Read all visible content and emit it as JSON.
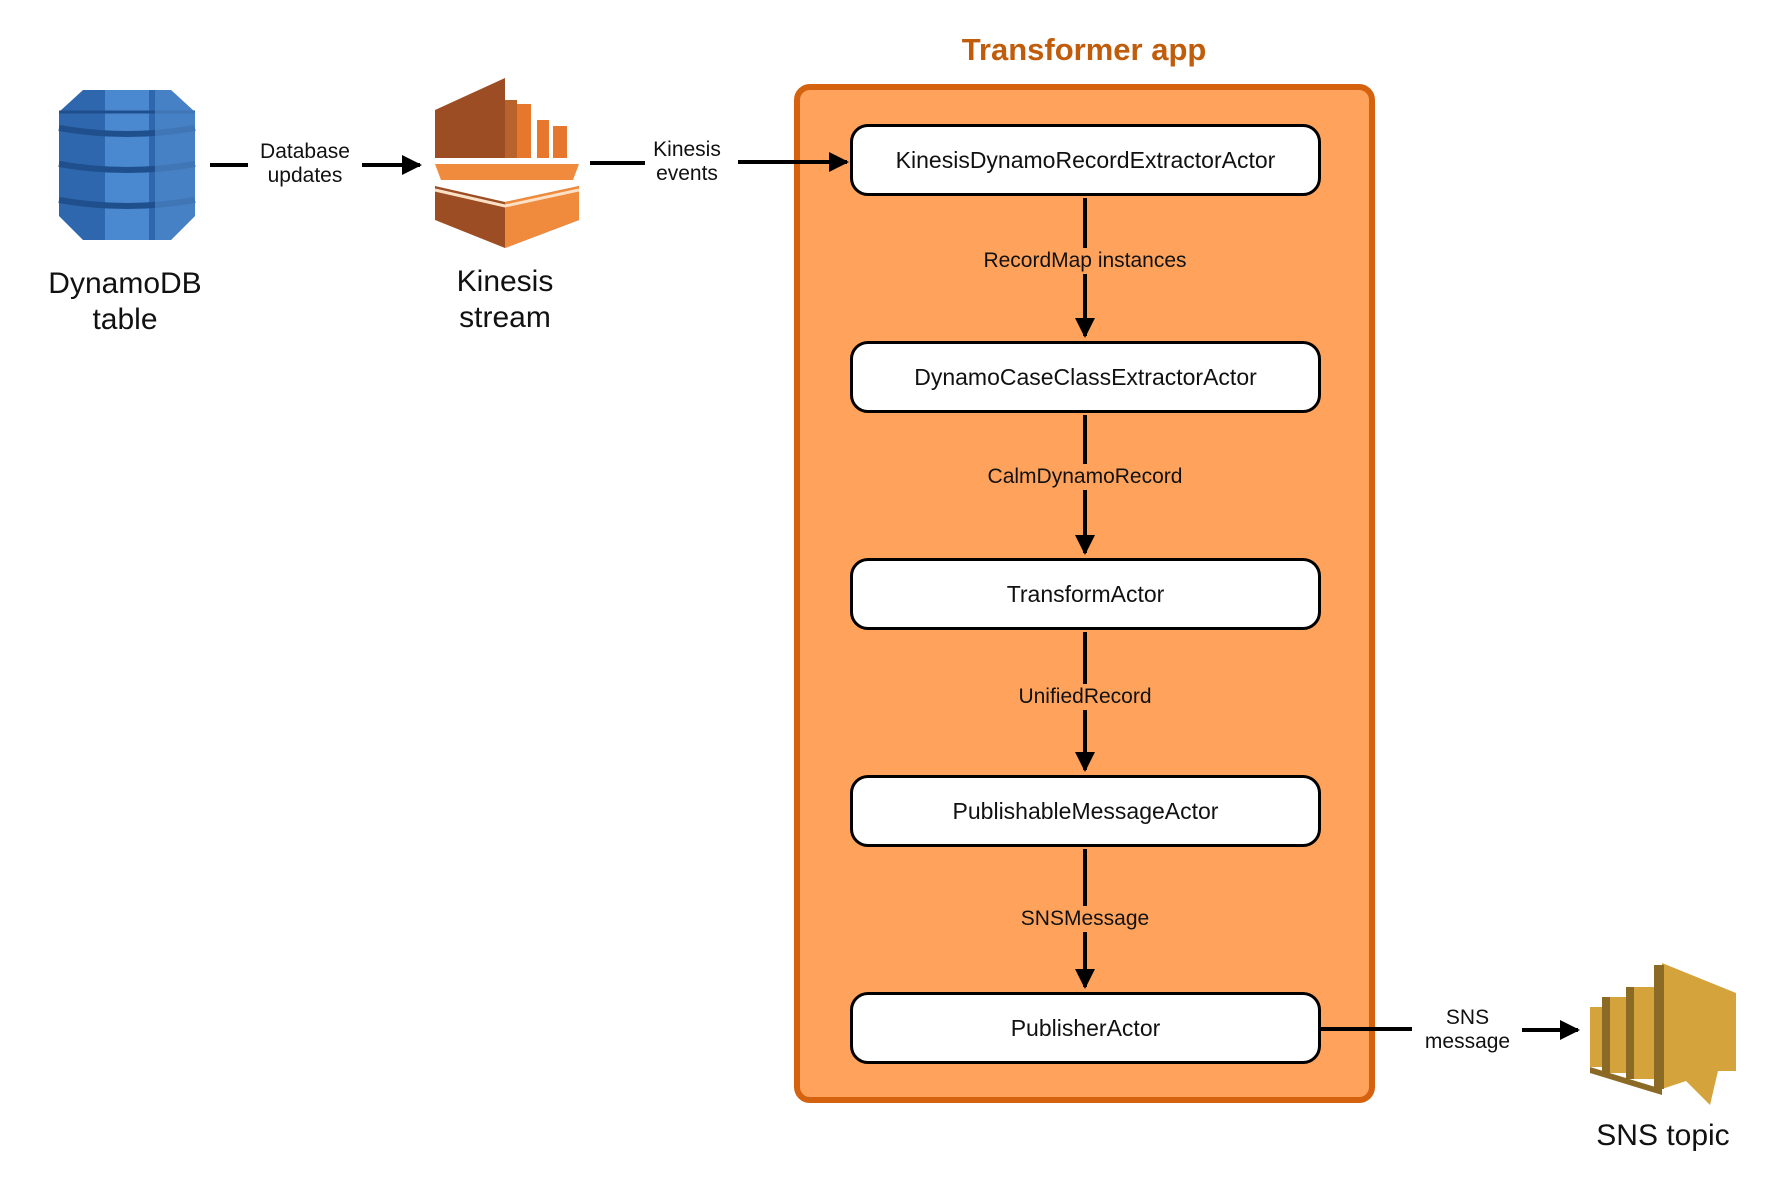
{
  "diagram": {
    "title": "Transformer app",
    "sources": {
      "dynamodb": {
        "label": "DynamoDB\ntable",
        "icon": "dynamodb-icon"
      },
      "kinesis": {
        "label": "Kinesis\nstream",
        "icon": "kinesis-icon"
      },
      "sns": {
        "label": "SNS topic",
        "icon": "sns-icon"
      }
    },
    "edges": {
      "db_to_kinesis": "Database\nupdates",
      "kinesis_to_app": "Kinesis\nevents",
      "app_to_sns": "SNS\nmessage"
    },
    "actors": [
      {
        "name": "KinesisDynamoRecordExtractorActor"
      },
      {
        "name": "DynamoCaseClassExtractorActor"
      },
      {
        "name": "TransformActor"
      },
      {
        "name": "PublishableMessageActor"
      },
      {
        "name": "PublisherActor"
      }
    ],
    "messages": [
      "RecordMap instances",
      "CalmDynamoRecord",
      "UnifiedRecord",
      "SNSMessage"
    ]
  },
  "colors": {
    "app_fill": "#ffa35c",
    "app_border": "#d4620e",
    "title": "#c05c0a",
    "dynamodb": "#3b73b9",
    "kinesis": "#e8772e",
    "sns": "#d5a33c"
  }
}
